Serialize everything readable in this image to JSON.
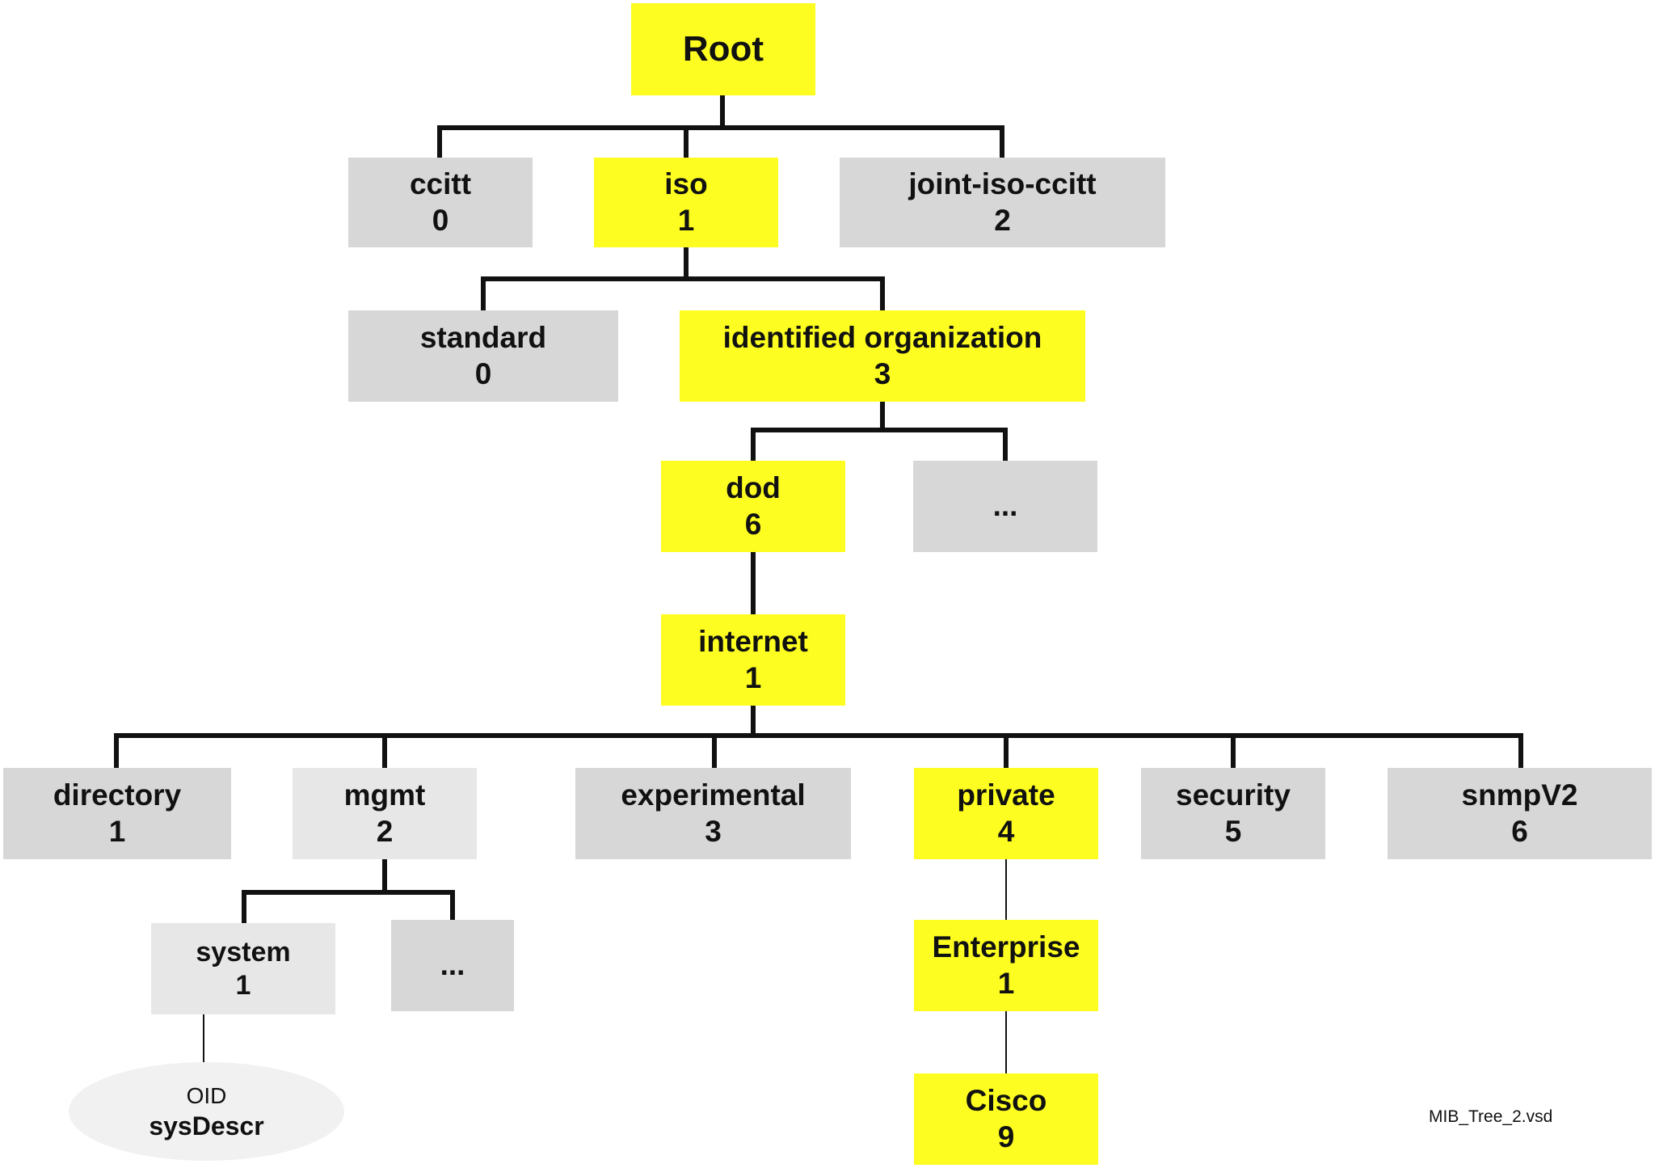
{
  "diagram": {
    "root": {
      "label": "Root"
    },
    "level1": [
      {
        "name": "ccitt",
        "num": "0"
      },
      {
        "name": "iso",
        "num": "1"
      },
      {
        "name": "joint-iso-ccitt",
        "num": "2"
      }
    ],
    "iso_children": [
      {
        "name": "standard",
        "num": "0"
      },
      {
        "name": "identified organization",
        "num": "3"
      }
    ],
    "org_children": [
      {
        "name": "dod",
        "num": "6"
      },
      {
        "name": "..."
      }
    ],
    "dod_child": {
      "name": "internet",
      "num": "1"
    },
    "internet_children": [
      {
        "name": "directory",
        "num": "1"
      },
      {
        "name": "mgmt",
        "num": "2"
      },
      {
        "name": "experimental",
        "num": "3"
      },
      {
        "name": "private",
        "num": "4"
      },
      {
        "name": "security",
        "num": "5"
      },
      {
        "name": "snmpV2",
        "num": "6"
      }
    ],
    "mgmt_children": [
      {
        "name": "system",
        "num": "1"
      },
      {
        "name": "..."
      }
    ],
    "system_leaf": {
      "line1": "OID",
      "line2": "sysDescr"
    },
    "private_child": {
      "name": "Enterprise",
      "num": "1"
    },
    "enterprise_child": {
      "name": "Cisco",
      "num": "9"
    },
    "footnote": "MIB_Tree_2.vsd"
  },
  "colors": {
    "highlight": "#fdfd21",
    "gray": "#d7d7d7",
    "light_gray": "#e7e7e7",
    "oval": "#f1f1f1",
    "line": "#111111"
  }
}
